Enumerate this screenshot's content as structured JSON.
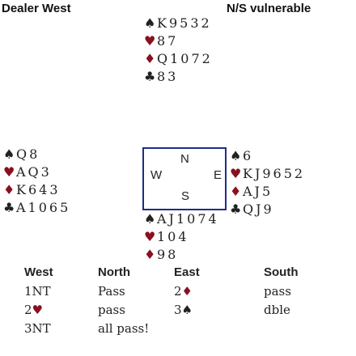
{
  "header": {
    "dealer": "Dealer West",
    "vulnerability": "N/S vulnerable"
  },
  "suit_symbols": {
    "spades": "♠",
    "hearts": "♥",
    "diamonds": "♦",
    "clubs": "♣"
  },
  "colors": {
    "red_suit": "#8a1020",
    "black_suit": "#222222",
    "compass_border": "#1b2f86"
  },
  "hands": {
    "north": {
      "spades": "K9532",
      "hearts": "87",
      "diamonds": "Q1072",
      "clubs": "83"
    },
    "west": {
      "spades": "Q8",
      "hearts": "AQ3",
      "diamonds": "K643",
      "clubs": "A1065"
    },
    "east": {
      "spades": "6",
      "hearts": "KJ9652",
      "diamonds": "AJ5",
      "clubs": "QJ9"
    },
    "south": {
      "spades": "AJ1074",
      "hearts": "104",
      "diamonds": "98",
      "clubs": ""
    }
  },
  "compass": {
    "north": "N",
    "west": "W",
    "east": "E",
    "south": "S"
  },
  "auction": {
    "headers": [
      "West",
      "North",
      "East",
      "South"
    ],
    "rows": [
      [
        "1NT",
        "Pass",
        "2♦",
        "pass"
      ],
      [
        "2♥",
        "pass",
        "3♠",
        "dble"
      ],
      [
        "3NT",
        "all pass!",
        "",
        ""
      ]
    ]
  }
}
